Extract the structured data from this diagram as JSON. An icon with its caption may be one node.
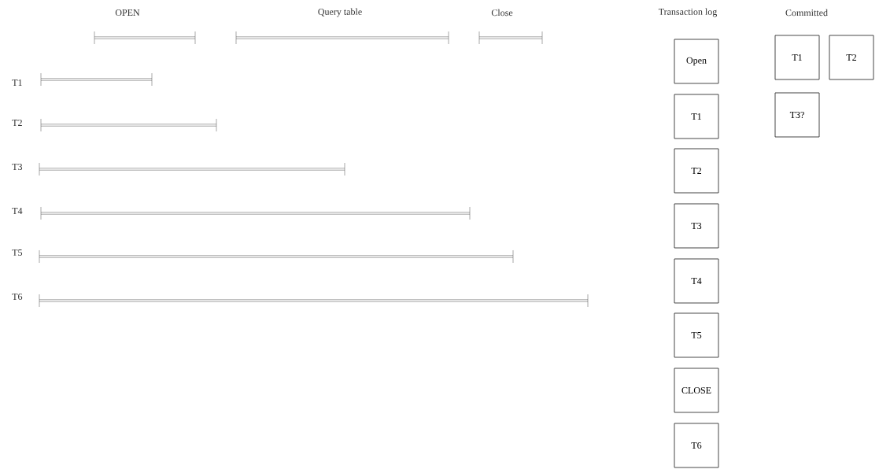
{
  "diagram": {
    "nodes": [
      {
        "text": [
          "Open"
        ]
      },
      {
        "text": [
          "T1"
        ]
      },
      {
        "text": [
          "T2"
        ]
      },
      {
        "text": [
          "T3"
        ]
      },
      {
        "text": [
          "T4"
        ]
      },
      {
        "text": [
          "T5"
        ]
      },
      {
        "text": [
          "CLOSE"
        ]
      },
      {
        "text": [
          "T6"
        ]
      },
      {
        "text": [
          "T1"
        ]
      },
      {
        "text": [
          "T2"
        ]
      },
      {
        "text": [
          "T3?"
        ]
      }
    ],
    "labels": [
      "OPEN",
      "Query table",
      "Close",
      "Transaction log",
      "Committed",
      "T1",
      "T2",
      "T3",
      "T4",
      "T5",
      "T6"
    ]
  }
}
